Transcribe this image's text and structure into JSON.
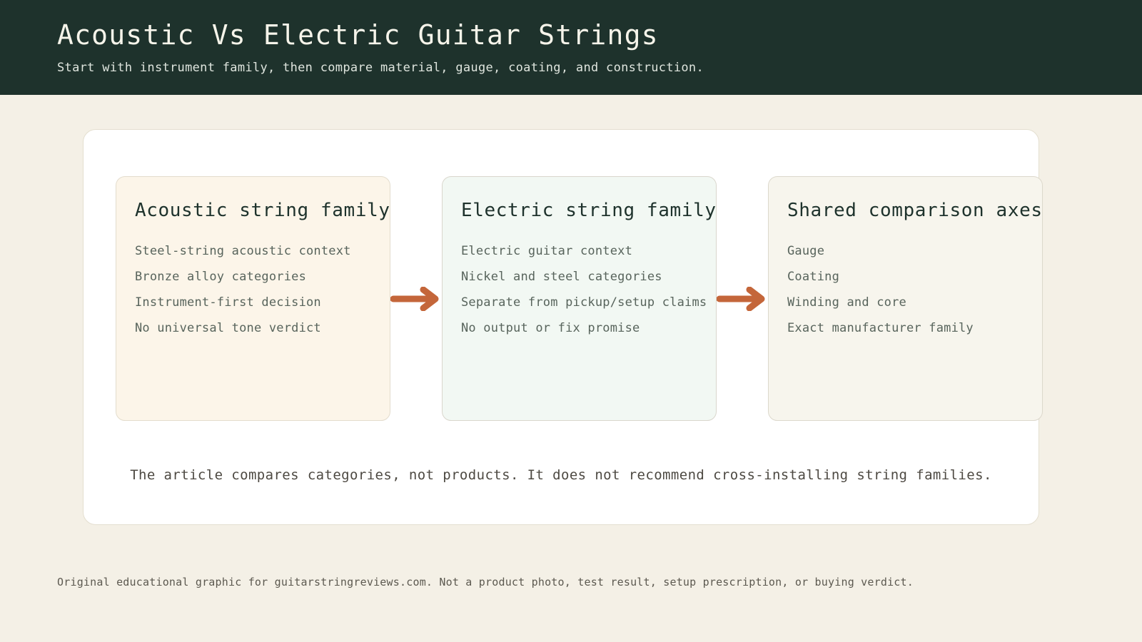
{
  "header": {
    "title": "Acoustic Vs Electric Guitar Strings",
    "subtitle": "Start with instrument family, then compare material, gauge, coating, and construction."
  },
  "colors": {
    "header_band": "#1e322c",
    "page_background": "#f4f0e6",
    "panel_background": "#ffffff",
    "arrow": "#c4663a",
    "heading_text": "#1e322c",
    "list_text": "#58645c",
    "card_acoustic_bg": "#fcf5e9",
    "card_electric_bg": "#f2f8f3",
    "card_shared_bg": "#f7f5ed"
  },
  "cards": [
    {
      "id": "acoustic",
      "heading": "Acoustic string family",
      "items": [
        "Steel-string acoustic context",
        "Bronze alloy categories",
        "Instrument-first decision",
        "No universal tone verdict"
      ]
    },
    {
      "id": "electric",
      "heading": "Electric string family",
      "items": [
        "Electric guitar context",
        "Nickel and steel categories",
        "Separate from pickup/setup claims",
        "No output or fix promise"
      ]
    },
    {
      "id": "shared",
      "heading": "Shared comparison axes",
      "items": [
        "Gauge",
        "Coating",
        "Winding and core",
        "Exact manufacturer family"
      ]
    }
  ],
  "arrows": [
    {
      "id": "arrow-acoustic-to-electric",
      "icon": "arrow-right-icon"
    },
    {
      "id": "arrow-electric-to-shared",
      "icon": "arrow-right-icon"
    }
  ],
  "note": "The article compares categories, not products. It does not recommend cross-installing string families.",
  "disclaimer": "Original educational graphic for guitarstringreviews.com. Not a product photo, test result, setup prescription, or buying verdict."
}
